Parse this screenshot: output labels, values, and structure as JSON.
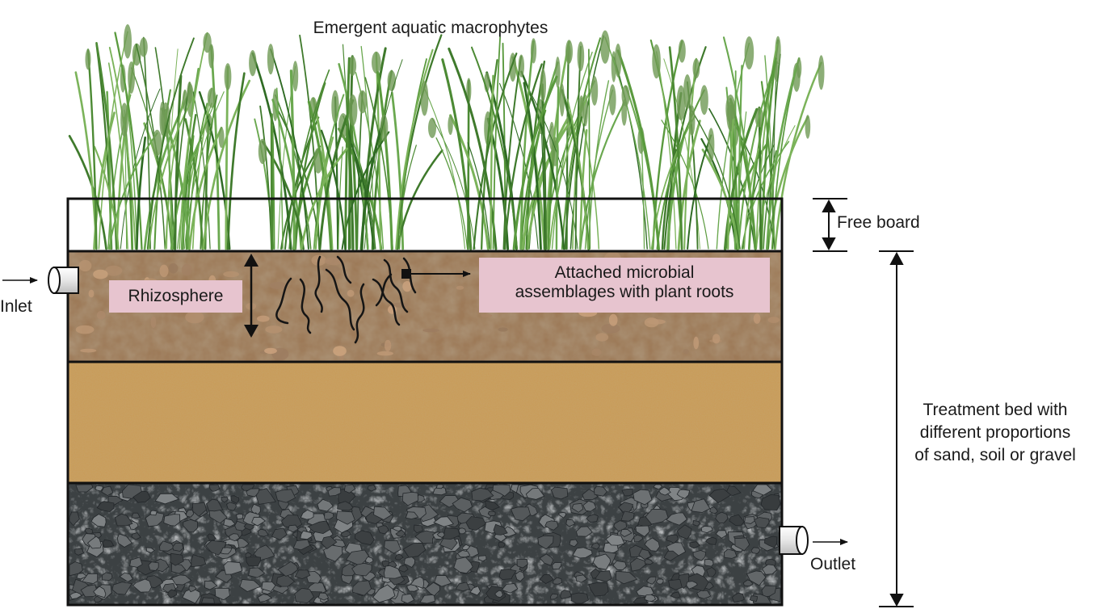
{
  "labels": {
    "title": "Emergent aquatic macrophytes",
    "inlet": "Inlet",
    "outlet": "Outlet",
    "free_board": "Free board",
    "rhizosphere": "Rhizosphere",
    "microbial_line1": "Attached microbial",
    "microbial_line2": "assemblages with plant roots",
    "treatment_line1": "Treatment bed with",
    "treatment_line2": "different proportions",
    "treatment_line3": "of sand, soil or gravel"
  },
  "colors": {
    "soil": "#9c7b5c",
    "sand": "#c79c5c",
    "gravel": "#4a4e50",
    "reeds": "#4f8a3a",
    "label_box": "#e7c4cf",
    "outline": "#111111"
  }
}
